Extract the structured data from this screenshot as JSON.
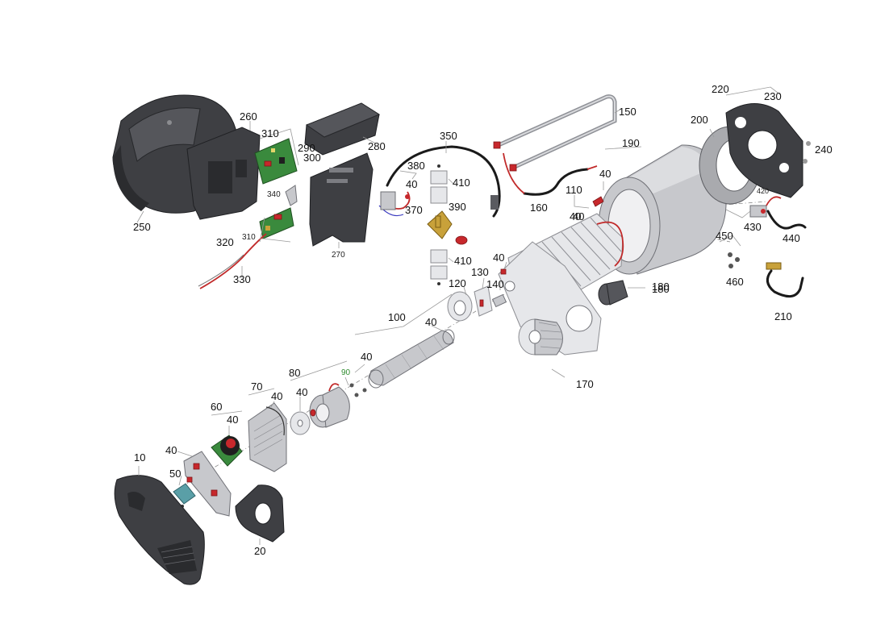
{
  "labels": {
    "l10": "10",
    "l20": "20",
    "l40a": "40",
    "l40b": "40",
    "l40c": "40",
    "l40d": "40",
    "l40e": "40",
    "l40f": "40",
    "l40g": "40",
    "l40h": "40",
    "l40i": "40",
    "l40j": "40",
    "l40k": "40",
    "l50": "50",
    "l60": "60",
    "l70": "70",
    "l80": "80",
    "l90": "90",
    "l100": "100",
    "l110": "110",
    "l120": "120",
    "l130": "130",
    "l140": "140",
    "l150": "150",
    "l160": "160",
    "l170": "170",
    "l180a": "180",
    "l180b": "180",
    "l190": "190",
    "l200": "200",
    "l210": "210",
    "l220": "220",
    "l230": "230",
    "l240": "240",
    "l250": "250",
    "l260": "260",
    "l270": "270",
    "l280": "280",
    "l290": "290",
    "l300": "300",
    "l310a": "310",
    "l310b": "310",
    "l320": "320",
    "l330": "330",
    "l340": "340",
    "l350": "350",
    "l370": "370",
    "l380": "380",
    "l390": "390",
    "l410a": "410",
    "l410b": "410",
    "l420": "420",
    "l430": "430",
    "l440": "440",
    "l450": "450",
    "l460": "460"
  },
  "colors": {
    "label_text": "#111111",
    "label_green": "#2e8b2e",
    "housing_dark": "#3e3f43",
    "part_grey": "#c7c8cc",
    "accent_red": "#c7282c",
    "pcb_green": "#3a8a3d",
    "brass": "#c8a13a"
  }
}
